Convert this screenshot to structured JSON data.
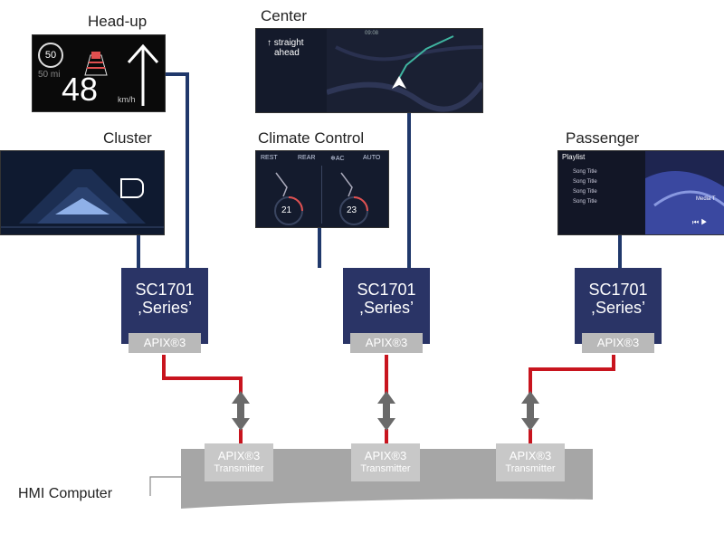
{
  "displays": {
    "headup": {
      "title": "Head-up",
      "speed_limit": "50",
      "speed_limit_unit": "50 mi",
      "speed": "48",
      "speed_unit": "km/h"
    },
    "center": {
      "title": "Center",
      "direction_line1": "straight",
      "direction_line2": "ahead",
      "time": "09:08"
    },
    "cluster": {
      "title": "Cluster",
      "gear": "D"
    },
    "climate": {
      "title": "Climate Control",
      "rest": "REST",
      "rear": "REAR",
      "ac": "❄AC",
      "auto": "AUTO",
      "left_temp": "21",
      "right_temp": "23"
    },
    "passenger": {
      "title": "Passenger",
      "playlist": "Playlist",
      "songs": [
        "Song Title",
        "Song Title",
        "Song Title",
        "Song Title"
      ],
      "media": "Media T"
    }
  },
  "soc": {
    "line1": "SC1701",
    "line2": ",Series’",
    "chip": "APIX®3"
  },
  "transmitter": {
    "line1": "APIX®3",
    "line2": "Transmitter"
  },
  "hmi_label": "HMI Computer",
  "colors": {
    "soc": "#2a3466",
    "blue_link": "#20386b",
    "red_link": "#c8141e",
    "hmi_block": "#a6a6a6",
    "chip": "#b9b9b9"
  }
}
